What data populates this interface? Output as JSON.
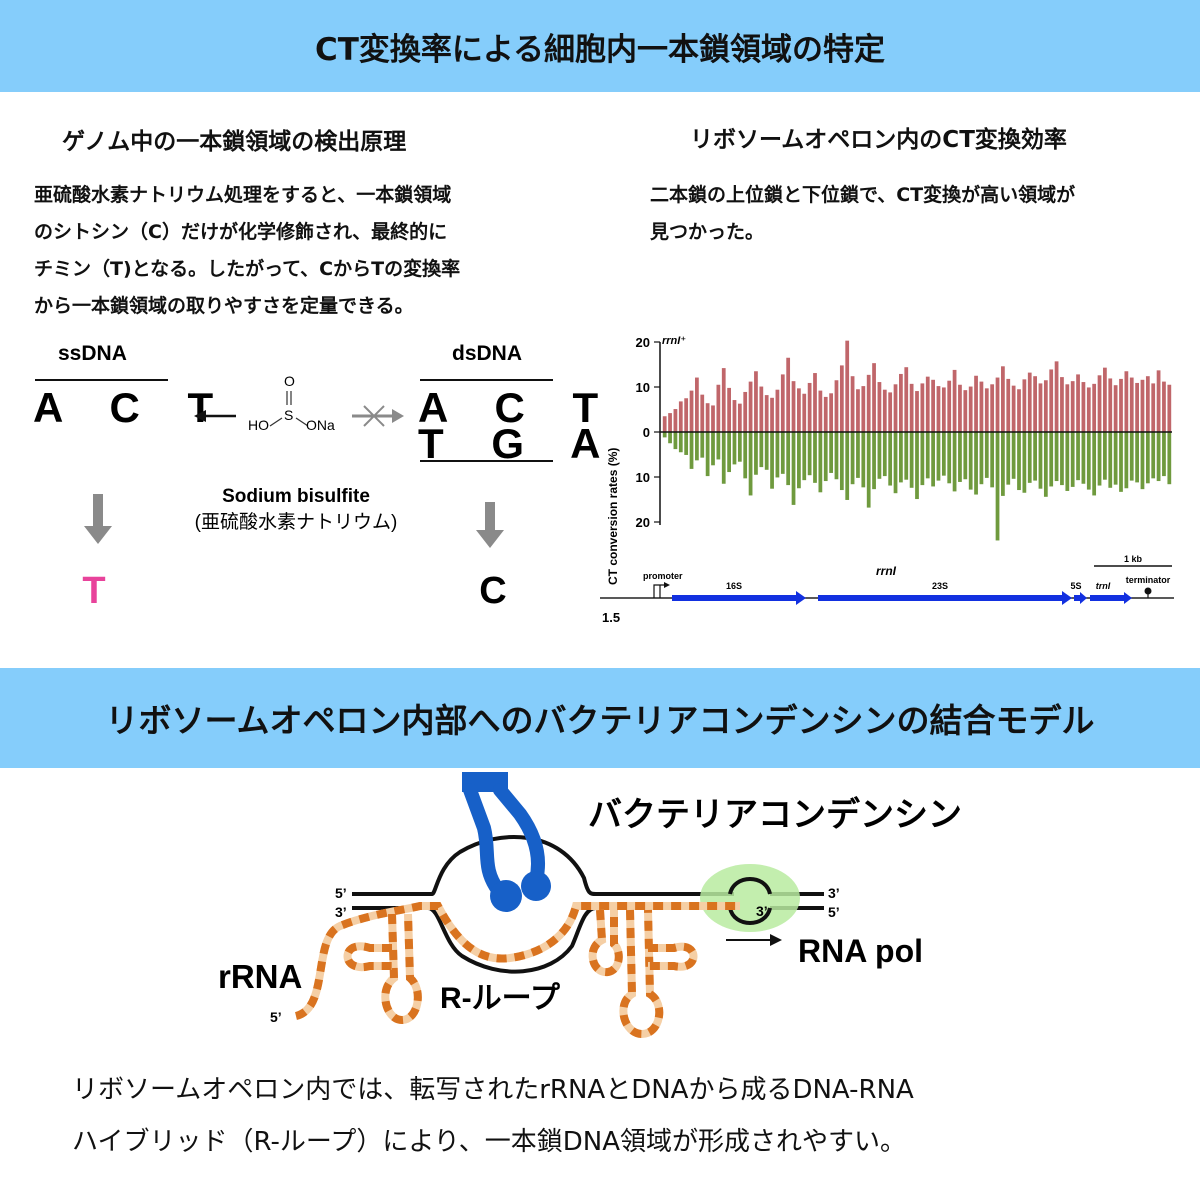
{
  "header": {
    "title": "CT変換率による細胞内一本鎖領域の特定"
  },
  "left_panel": {
    "heading": "ゲノム中の一本鎖領域の検出原理",
    "description_lines": [
      "亜硫酸水素ナトリウム処理をすると、一本鎖領域",
      "のシトシン（C）だけが化学修飾され、最終的に",
      "チミン（T)となる。したがって、CからTの変換率",
      "から一本鎖領域の取りやすさを定量できる。"
    ],
    "ssdna_label": "ssDNA",
    "ssdna_sequence": "A C T",
    "dsdna_label": "dsDNA",
    "dsdna_top": "A C T",
    "dsdna_bottom": "T G A",
    "reagent_name": "Sodium bisulfite",
    "reagent_name_ja": "(亜硫酸水素ナトリウム)",
    "molecule_labels": {
      "o": "O",
      "s": "S",
      "ho": "HO",
      "ona": "ONa"
    },
    "ss_result": "T",
    "ds_result": "C",
    "colors": {
      "converted": "#e8439b",
      "arrow_gray": "#8a8a8a"
    }
  },
  "right_panel": {
    "heading": "リボソームオペロン内のCT変換効率",
    "description_lines": [
      "二本鎖の上位鎖と下位鎖で、CT変換が高い領域が",
      "見つかった。"
    ],
    "plot_tag": "rrnI⁺",
    "gene_name": "rrnI",
    "scale_label": "1 kb",
    "position_label": "1.5",
    "operon_labels": {
      "promoter": "promoter",
      "s16": "16S",
      "s23": "23S",
      "s5": "5S",
      "trnI": "trnI",
      "terminator": "terminator"
    },
    "colors": {
      "top": "#c0666a",
      "bottom": "#6f9a3e",
      "gene": "#1230e0"
    }
  },
  "chart_data": {
    "type": "bar",
    "title": "",
    "ylabel": "CT conversion rates (%)",
    "xlabel": "",
    "ylim": [
      -20,
      20
    ],
    "yticks": [
      "20",
      "10",
      "0",
      "10",
      "20"
    ],
    "series": [
      {
        "name": "",
        "values": [
          3.5,
          4.2,
          5.1,
          6.8,
          7.5,
          9.2,
          12.1,
          8.3,
          6.4,
          5.9,
          10.5,
          14.2,
          9.8,
          7.1,
          6.3,
          8.9,
          11.2,
          13.5,
          10.1,
          8.2,
          7.6,
          9.4,
          12.8,
          16.5,
          11.3,
          9.7,
          8.5,
          10.9,
          13.1,
          9.2,
          7.8,
          8.6,
          11.5,
          14.8,
          20.3,
          12.4,
          9.5,
          10.2,
          12.7,
          15.3,
          11.1,
          9.4,
          8.8,
          10.6,
          12.9,
          14.4,
          10.7,
          9.1,
          10.8,
          12.3,
          11.6,
          10.2,
          9.9,
          11.4,
          13.8,
          10.5,
          9.3,
          10.1,
          12.5,
          11.2,
          9.7,
          10.6,
          12.1,
          14.6,
          11.8,
          10.3,
          9.5,
          11.7,
          13.2,
          12.4,
          10.8,
          11.5,
          13.9,
          15.7,
          12.2,
          10.6,
          11.3,
          12.8,
          11.1,
          9.9,
          10.7,
          12.6,
          14.3,
          11.9,
          10.4,
          11.8,
          13.5,
          12.1,
          10.9,
          11.6,
          12.4,
          10.8,
          13.7,
          11.2,
          10.5
        ]
      },
      {
        "name": "",
        "values": [
          -1.2,
          -2.5,
          -3.8,
          -4.5,
          -5.1,
          -8.2,
          -6.3,
          -5.7,
          -9.8,
          -7.4,
          -6.1,
          -11.5,
          -8.9,
          -7.2,
          -6.6,
          -10.3,
          -14.1,
          -9.5,
          -7.8,
          -8.4,
          -12.6,
          -10.1,
          -9.3,
          -11.8,
          -16.2,
          -12.5,
          -10.7,
          -9.6,
          -11.3,
          -13.4,
          -10.9,
          -9.1,
          -10.5,
          -12.9,
          -15.1,
          -11.6,
          -10.2,
          -12.3,
          -16.8,
          -12.7,
          -10.4,
          -9.8,
          -11.9,
          -13.6,
          -11.2,
          -10.6,
          -12.4,
          -14.9,
          -11.8,
          -10.3,
          -12.1,
          -10.8,
          -9.7,
          -11.4,
          -13.2,
          -11.1,
          -10.5,
          -12.8,
          -13.9,
          -11.6,
          -10.2,
          -12.3,
          -24.1,
          -14.2,
          -11.7,
          -10.4,
          -12.9,
          -13.5,
          -11.3,
          -10.8,
          -12.6,
          -14.4,
          -12.1,
          -10.9,
          -11.8,
          -13.1,
          -12.2,
          -10.7,
          -11.5,
          -12.8,
          -14.1,
          -11.9,
          -10.6,
          -12.4,
          -11.7,
          -13.3,
          -12.5,
          -10.8,
          -11.2,
          -12.7,
          -11.4,
          -10.3,
          -10.9,
          -9.8,
          -11.6
        ]
      }
    ],
    "grid": false,
    "legend": "none"
  },
  "model_section": {
    "title": "リボソームオペロン内部へのバクテリアコンデンシンの結合モデル",
    "condensin_label": "バクテリアコンデンシン",
    "rrna_label": "rRNA",
    "rloop_label": "R-ループ",
    "rnapol_label": "RNA pol",
    "strand_labels": {
      "top_left": "5’",
      "bottom_left": "3’",
      "top_right": "3’",
      "bottom_right": "5’",
      "pol_3": "3’",
      "rna_5": "5’"
    },
    "caption_lines": [
      "リボソームオペロン内では、転写されたrRNAとDNAから成るDNA-RNA",
      "ハイブリッド（R-ループ）により、一本鎖DNA領域が形成されやすい。"
    ],
    "colors": {
      "condensin": "#1760c8",
      "rna_dark": "#d9731f",
      "rna_light": "#f5cfa5",
      "pol": "#b9eba0"
    }
  }
}
